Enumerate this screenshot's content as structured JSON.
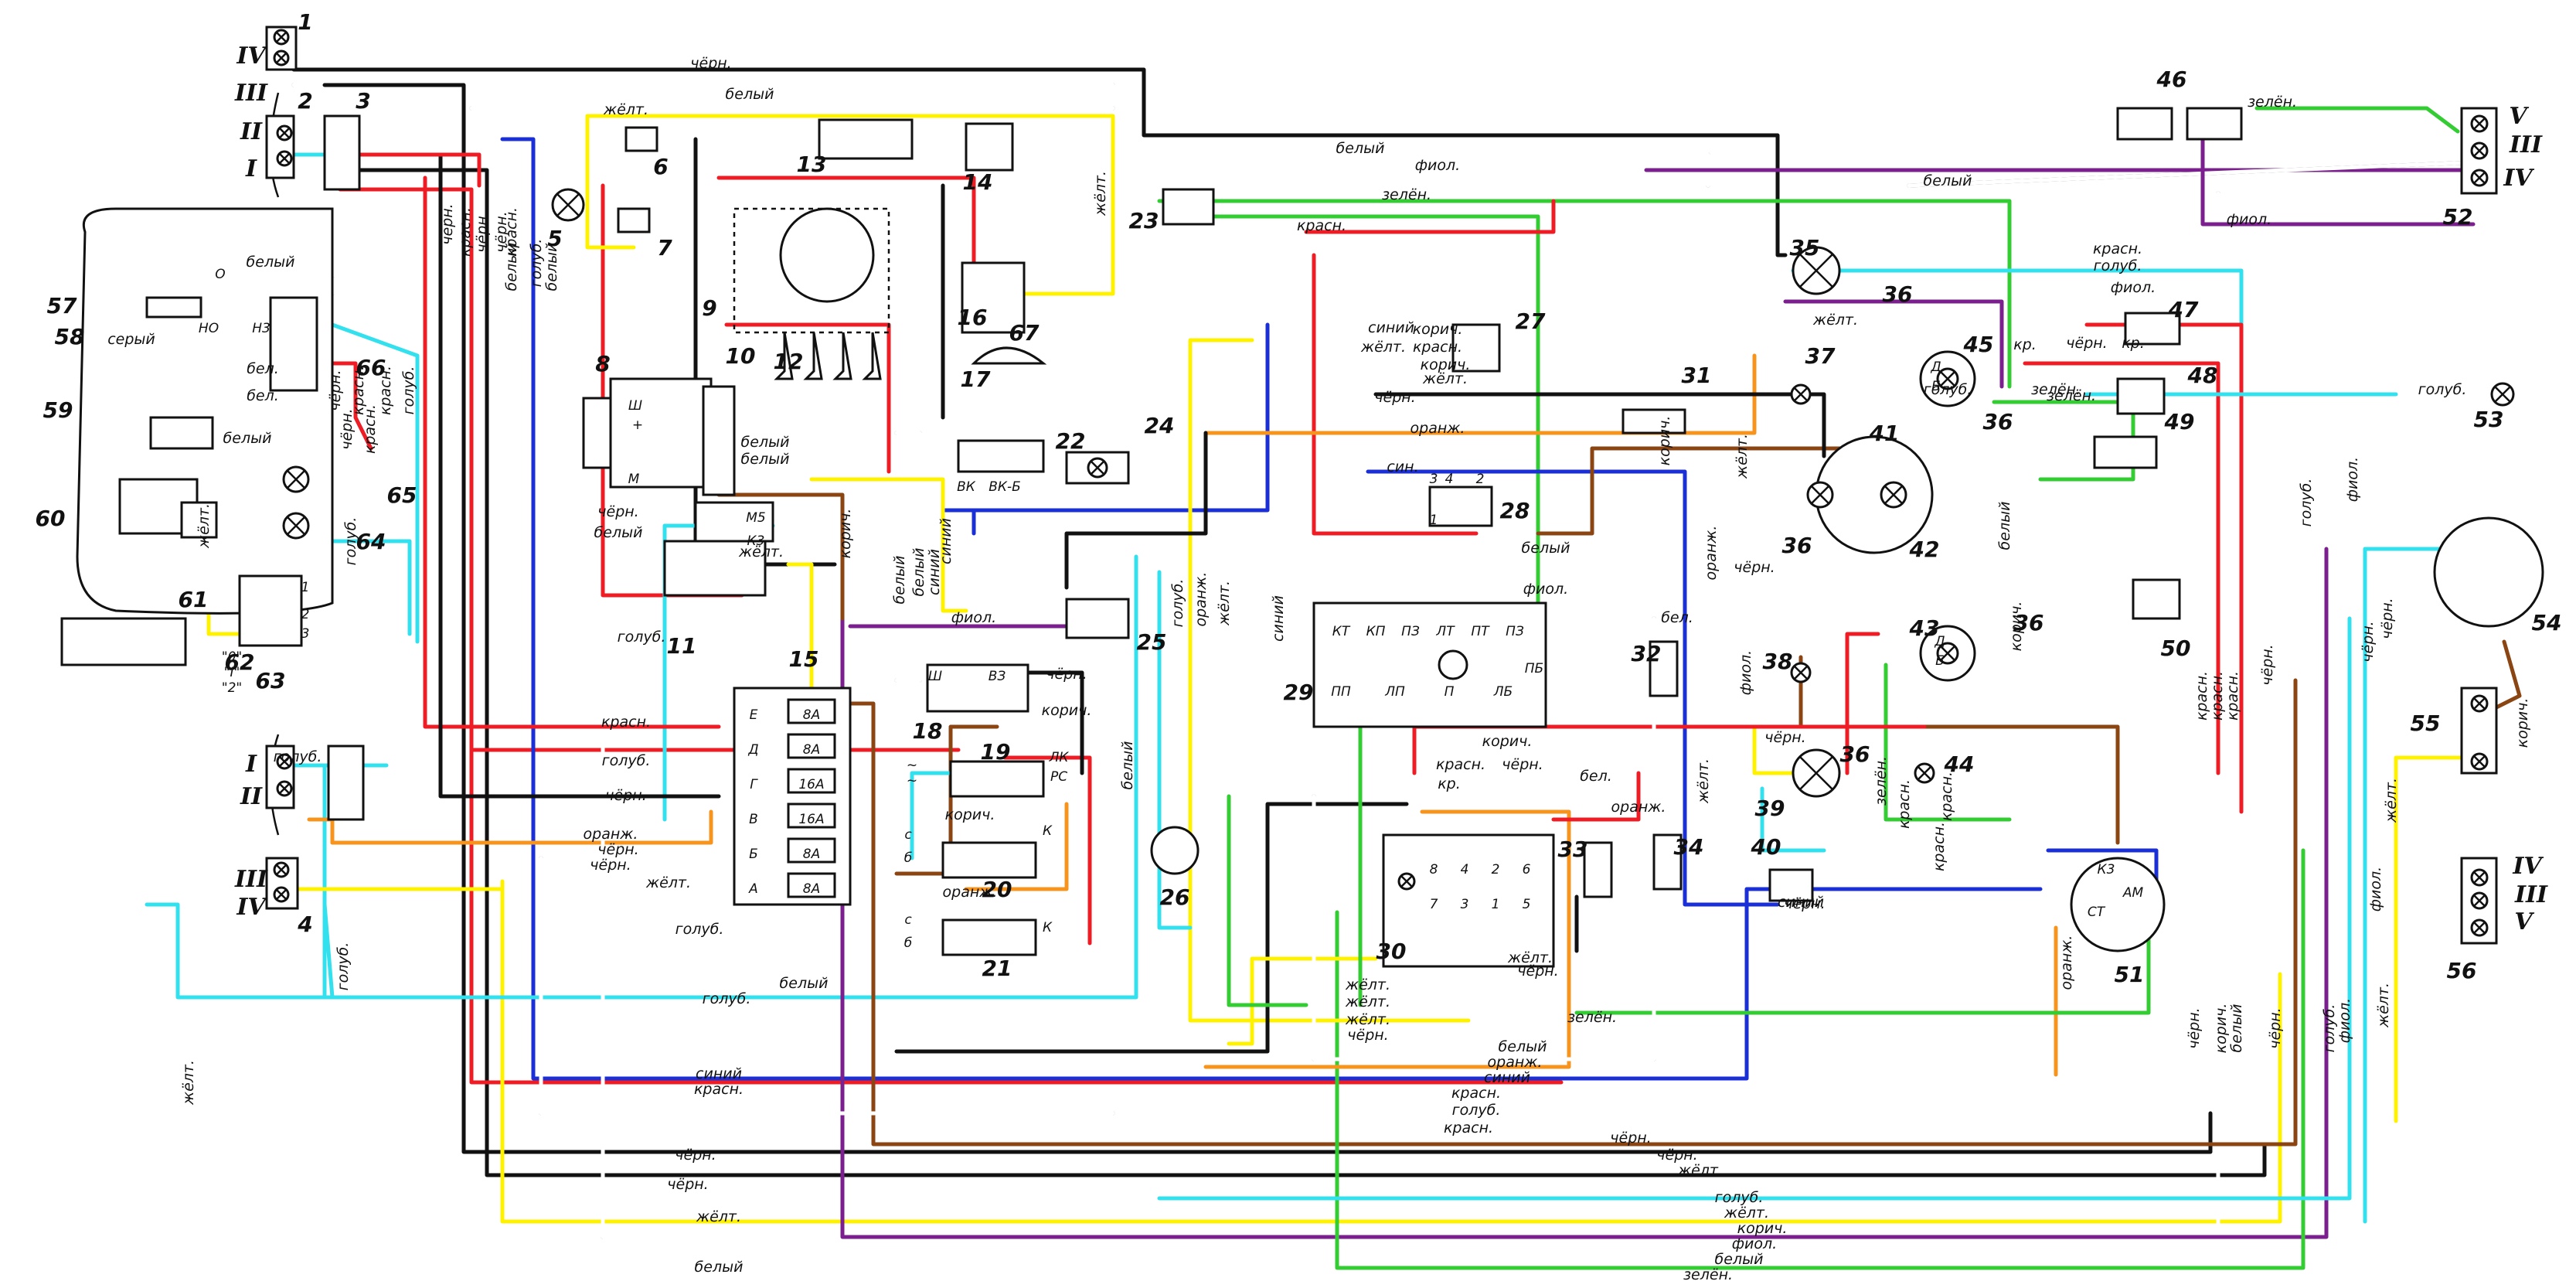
{
  "colors": {
    "black": "#111111",
    "white": "#cfcfcf",
    "red": "#ee1c24",
    "yellow": "#fff200",
    "blue": "#1a2fd6",
    "green": "#33cc33",
    "cyan": "#33e0ee",
    "brown": "#8b4513",
    "orange": "#f7941d",
    "violet": "#7b1f8f",
    "gray": "#9a9a9a"
  },
  "wire_colors": {
    "black": "чёрн.",
    "white": "белый",
    "red": "красн.",
    "yellow": "жёлт.",
    "blue": "синий",
    "green": "зелён.",
    "cyan": "голуб.",
    "brown": "корич.",
    "orange": "оранж.",
    "violet": "фиол.",
    "gray": "серый",
    "white_short": "бел.",
    "red_short": "кр.",
    "blue_short": "син."
  },
  "component_numbers": [
    "1",
    "2",
    "3",
    "4",
    "5",
    "6",
    "7",
    "8",
    "9",
    "10",
    "11",
    "12",
    "13",
    "14",
    "15",
    "16",
    "17",
    "18",
    "19",
    "20",
    "21",
    "22",
    "23",
    "24",
    "25",
    "26",
    "27",
    "28",
    "29",
    "30",
    "31",
    "32",
    "33",
    "34",
    "35",
    "36",
    "37",
    "38",
    "39",
    "40",
    "41",
    "42",
    "43",
    "44",
    "45",
    "46",
    "47",
    "48",
    "49",
    "50",
    "51",
    "52",
    "53",
    "54",
    "55",
    "56",
    "57",
    "58",
    "59",
    "60",
    "61",
    "62",
    "63",
    "64",
    "65",
    "66",
    "67"
  ],
  "roman_numerals": {
    "one": "I",
    "two": "II",
    "three": "III",
    "four": "IV",
    "five": "V"
  },
  "fuse_block": {
    "letters": [
      "Е",
      "Д",
      "Г",
      "В",
      "Б",
      "А"
    ],
    "ratings": [
      "8А",
      "8А",
      "16А",
      "16А",
      "8А",
      "8А"
    ]
  },
  "pin_labels": {
    "gen_sh": "Ш",
    "gen_plus": "+",
    "gen_m": "М",
    "relay_m5": "М5",
    "relay_k3": "К3",
    "relay_ho": "НО",
    "relay_h3": "Н3",
    "relay_o": "О",
    "reg_sh": "Ш",
    "reg_vz": "ВЗ",
    "ign_vk": "ВК",
    "ign_vkb": "ВК-Б",
    "sw_lk": "ЛК",
    "sw_rs": "РС",
    "c": "с",
    "b": "б",
    "k": "К",
    "sw29_top": [
      "КТ",
      "КП",
      "ПЗ",
      "ЛТ",
      "ПТ",
      "ПЗ"
    ],
    "sw29_bottom": [
      "ПП",
      "ЛП",
      "П",
      "ЛБ"
    ],
    "sw29_pb": "ПБ",
    "sw30_top": [
      "8",
      "4",
      "2",
      "6"
    ],
    "sw30_bottom": [
      "7",
      "3",
      "1",
      "5"
    ],
    "horn_d": "Д",
    "horn_b": "Б",
    "gauge_k3": "К3",
    "gauge_am": "АМ",
    "gauge_ct": "СТ",
    "pos_1": "1",
    "pos_2": "2",
    "pos_3": "3",
    "pos_4": "4",
    "pos_0": "\"0\"",
    "pos_i": "\"I\"",
    "pos_ii": "\"2\"",
    "tilde": "~"
  }
}
